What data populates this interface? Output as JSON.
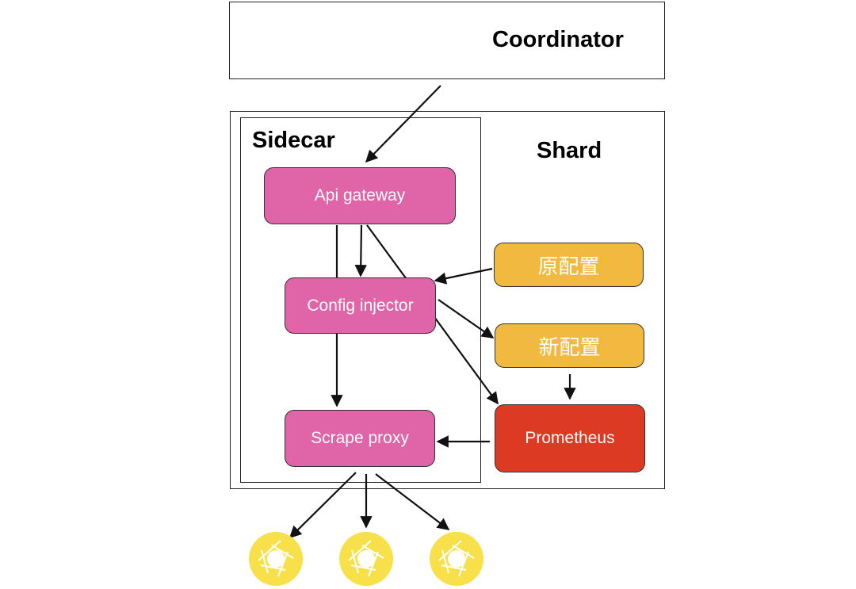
{
  "coordinator": {
    "title": "Coordinator"
  },
  "shard": {
    "title": "Shard"
  },
  "sidecar": {
    "title": "Sidecar"
  },
  "nodes": {
    "api_gateway": "Api gateway",
    "config_injector": "Config injector",
    "scrape_proxy": "Scrape proxy",
    "orig_config": "原配置",
    "new_config": "新配置",
    "prometheus": "Prometheus"
  },
  "targets": [
    {
      "icon": "shutter-icon"
    },
    {
      "icon": "shutter-icon"
    },
    {
      "icon": "shutter-icon"
    }
  ],
  "colors": {
    "pink": "#e064a8",
    "yellow": "#f1b940",
    "red": "#dd3a24",
    "target": "#f7e04a"
  }
}
